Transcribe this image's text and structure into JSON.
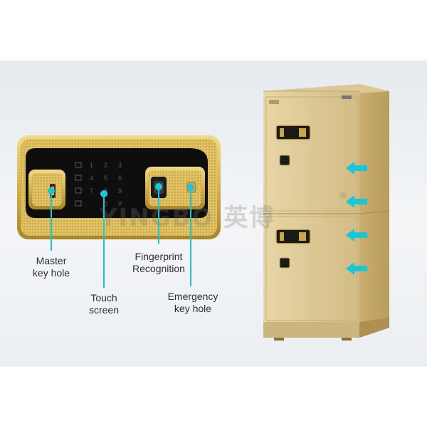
{
  "labels": {
    "master_key_hole": [
      "Master",
      "key hole"
    ],
    "touch_screen": [
      "Touch",
      "screen"
    ],
    "fingerprint": [
      "Fingerprint",
      "Recognition"
    ],
    "emergency_key_hole": [
      "Emergency",
      "key hole"
    ]
  },
  "keypad_digits": [
    "1",
    "2",
    "3",
    "4",
    "5",
    "6",
    "7",
    "8",
    "9",
    "0",
    "#"
  ],
  "watermark": {
    "brand": "YINGBO",
    "chinese": "英博",
    "reg_mark": "®"
  },
  "colors": {
    "accent_cyan": "#19c6d8",
    "gold": "#d4b24a",
    "gold_dark": "#a8862a",
    "cabinet": "#d8c38f",
    "panel_black": "#0e0e0e",
    "backdrop": "#eef1f4"
  }
}
